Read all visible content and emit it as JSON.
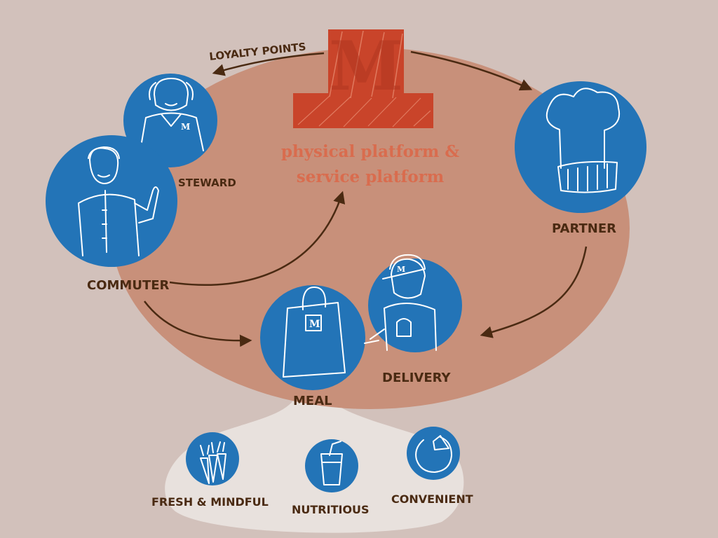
{
  "colors": {
    "background": "#d2c1bb",
    "ellipse": "#c8907a",
    "circle": "#2374b7",
    "logo": "#c9442a",
    "tagline": "#d96c4e",
    "label": "#4a2a12",
    "spotlight": "#e8e1dd"
  },
  "logo": {
    "letter": "M"
  },
  "tagline": {
    "line1": "physical platform &",
    "line2": "service platform"
  },
  "arrows": {
    "loyalty_points": "LOYALTY POINTS"
  },
  "nodes": {
    "steward": {
      "label": "STEWARD",
      "icon": "steward-person-icon"
    },
    "commuter": {
      "label": "COMMUTER",
      "icon": "commuter-person-icon"
    },
    "partner": {
      "label": "PARTNER",
      "icon": "chef-hat-icon"
    },
    "meal": {
      "label": "MEAL",
      "icon": "shopping-bag-icon"
    },
    "delivery": {
      "label": "DELIVERY",
      "icon": "delivery-person-icon"
    }
  },
  "benefits": [
    {
      "label": "FRESH & MINDFUL",
      "icon": "carrots-icon"
    },
    {
      "label": "NUTRITIOUS",
      "icon": "drink-glass-icon"
    },
    {
      "label": "CONVENIENT",
      "icon": "clock-icon"
    }
  ]
}
